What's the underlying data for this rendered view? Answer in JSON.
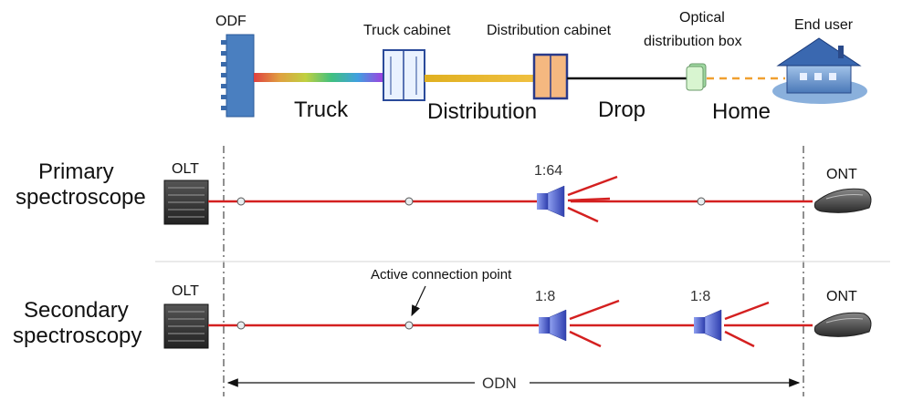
{
  "top": {
    "odf_label": "ODF",
    "truck_cabinet_label": "Truck cabinet",
    "distribution_cabinet_label": "Distribution cabinet",
    "optical_box_label_line1": "Optical",
    "optical_box_label_line2": "distribution box",
    "end_user_label": "End user",
    "segments": {
      "truck": "Truck",
      "distribution": "Distribution",
      "drop": "Drop",
      "home": "Home"
    }
  },
  "primary": {
    "title_line1": "Primary",
    "title_line2": "spectroscope",
    "olt_label": "OLT",
    "ont_label": "ONT",
    "splitter_ratio": "1:64"
  },
  "secondary": {
    "title_line1": "Secondary",
    "title_line2": "spectroscopy",
    "olt_label": "OLT",
    "ont_label": "ONT",
    "splitter1_ratio": "1:8",
    "splitter2_ratio": "1:8",
    "annotation": "Active connection point"
  },
  "odn_label": "ODN",
  "colors": {
    "fiber_red": "#d42020",
    "odf_blue": "#4a7fc0",
    "cabinet_orange": "#f5b880",
    "drop_line": "#111111",
    "home_dash": "#f0a030",
    "box_green": "#c8f0c0",
    "splitter_blue": "#4b5cc8"
  }
}
